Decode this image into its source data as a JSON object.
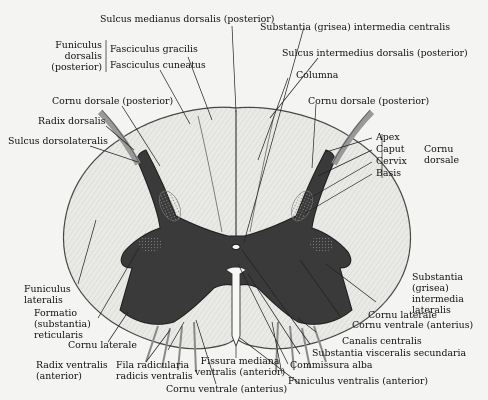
{
  "labels": {
    "sulcus_medianus_dorsalis": "Sulcus medianus dorsalis (posterior)",
    "substantia_intermedia_centralis": "Substantia (grisea) intermedia centralis",
    "funiculus_dorsalis": "Funiculus\ndorsalis\n(posterior)",
    "fasciculus_gracilis": "Fasciculus gracilis",
    "fasciculus_cuneatus": "Fasciculus cuneatus",
    "sulcus_intermedius_dorsalis": "Sulcus intermedius dorsalis (posterior)",
    "columna": "Columna",
    "cornu_dorsale_posterior_left": "Cornu dorsale (posterior)",
    "cornu_dorsale_posterior_right": "Cornu dorsale (posterior)",
    "radix_dorsalis": "Radix dorsalis",
    "sulcus_dorsolateralis": "Sulcus dorsolateralis",
    "apex": "Apex",
    "caput": "Caput",
    "cervix": "Cervix",
    "basis": "Basis",
    "cornu_dorsale_group": "Cornu\ndorsale",
    "funiculus_lateralis": "Funiculus\nlateralis",
    "substantia_intermedia_lateralis": "Substantia\n(grisea)\nintermedia\nlateralis",
    "formatio_reticularis": "Formatio\n(substantia)\nreticularis",
    "cornu_laterale_left": "Cornu laterale",
    "cornu_laterale_right": "Cornu laterale",
    "canalis_centralis": "Canalis centralis",
    "cornu_ventrale_anterius_right": "Cornu ventrale (anterius)",
    "radix_ventralis": "Radix ventralis\n(anterior)",
    "fila_radicularia": "Fila radicularia\nradicis ventralis",
    "fissura_mediana_ventralis": "Fissura mediana\nventralis (anterior)",
    "substantia_visceralis_secundaria": "Substantia visceralis secundaria",
    "commissura_alba": "Commissura alba",
    "cornu_ventrale_anterius_bottom": "Cornu ventrale (anterius)",
    "funiculus_ventralis": "Funiculus ventralis (anterior)"
  }
}
